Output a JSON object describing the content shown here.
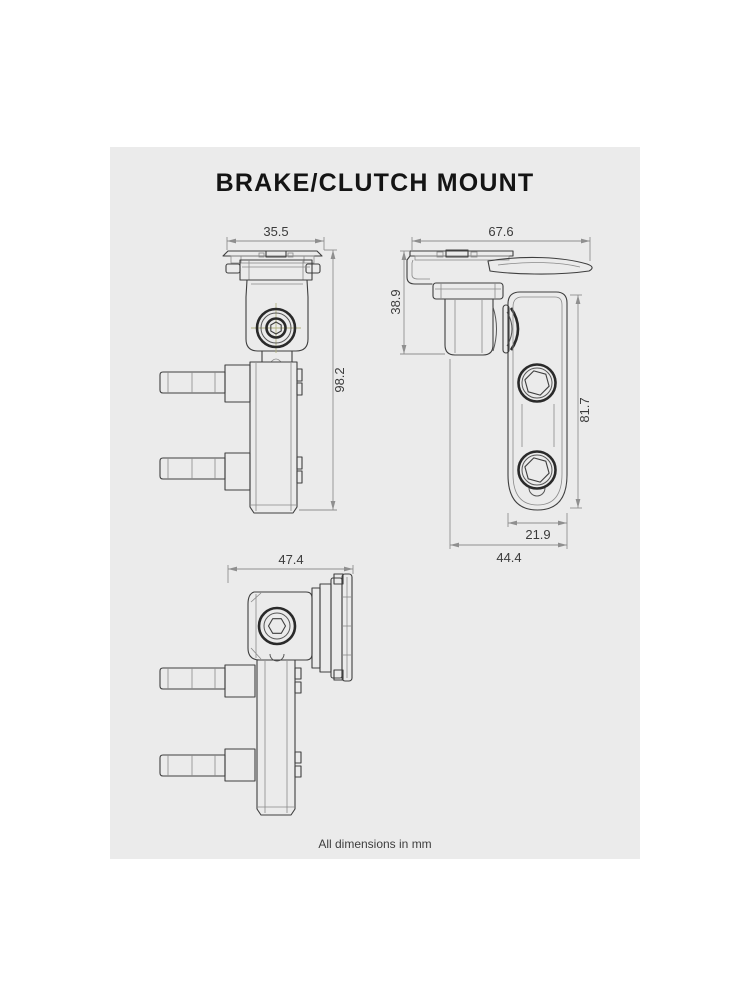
{
  "title": "BRAKE/CLUTCH MOUNT",
  "footer_note": "All dimensions in mm",
  "panel": {
    "background": "#ebebeb"
  },
  "colors": {
    "page_background": "#ffffff",
    "outline": "#3f3f3f",
    "outline_dark": "#2a2a2a",
    "detail_line": "#8a8a8a",
    "dimension_line": "#8f8f8f",
    "dimension_text": "#3b3b3b",
    "crosshair": "#b3b382",
    "title_text": "#141414"
  },
  "dimensions": {
    "front_width": "35.5",
    "front_height": "98.2",
    "side_width": "67.6",
    "side_head_height": "38.9",
    "side_plate_height": "81.7",
    "side_slot_width": "21.9",
    "side_depth": "44.4",
    "rear_width": "47.4"
  }
}
